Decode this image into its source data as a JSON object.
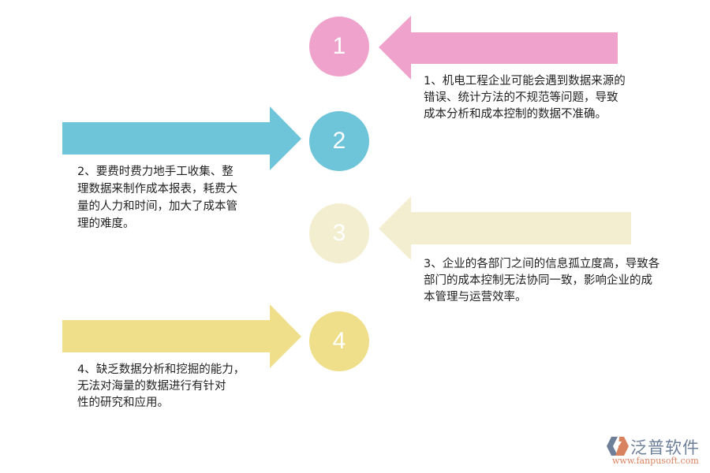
{
  "colors": {
    "step1": "#efa3cc",
    "step2": "#6ec4d8",
    "step3": "#f2eecf",
    "step4": "#f0df8a",
    "text": "#222222",
    "logo_blue": "#6e7f99",
    "logo_orange": "#d9825f"
  },
  "steps": [
    {
      "number": "1",
      "color": "#efa3cc",
      "direction": "left",
      "lines": [
        "1、机电工程企业可能会遇到数据来源的",
        "错误、统计方法的不规范等问题，导致",
        "成本分析和成本控制的数据不准确。"
      ]
    },
    {
      "number": "2",
      "color": "#6ec4d8",
      "direction": "right",
      "lines": [
        "2、要费时费力地手工收集、整",
        "理数据来制作成本报表，耗费大",
        "量的人力和时间，加大了成本管",
        "理的难度。"
      ]
    },
    {
      "number": "3",
      "color": "#f2eecf",
      "direction": "left",
      "lines": [
        "3、企业的各部门之间的信息孤立度高，导致各",
        "部门的成本控制无法协同一致，影响企业的成",
        "本管理与运营效率。"
      ]
    },
    {
      "number": "4",
      "color": "#f0df8a",
      "direction": "right",
      "lines": [
        "4、缺乏数据分析和挖掘的能力，",
        "无法对海量的数据进行有针对",
        "性的研究和应用。"
      ]
    }
  ],
  "logo": {
    "icon": "fanpu-hexagon-logo-icon",
    "name": "泛普软件",
    "url": "www.fanpusoft.com"
  }
}
